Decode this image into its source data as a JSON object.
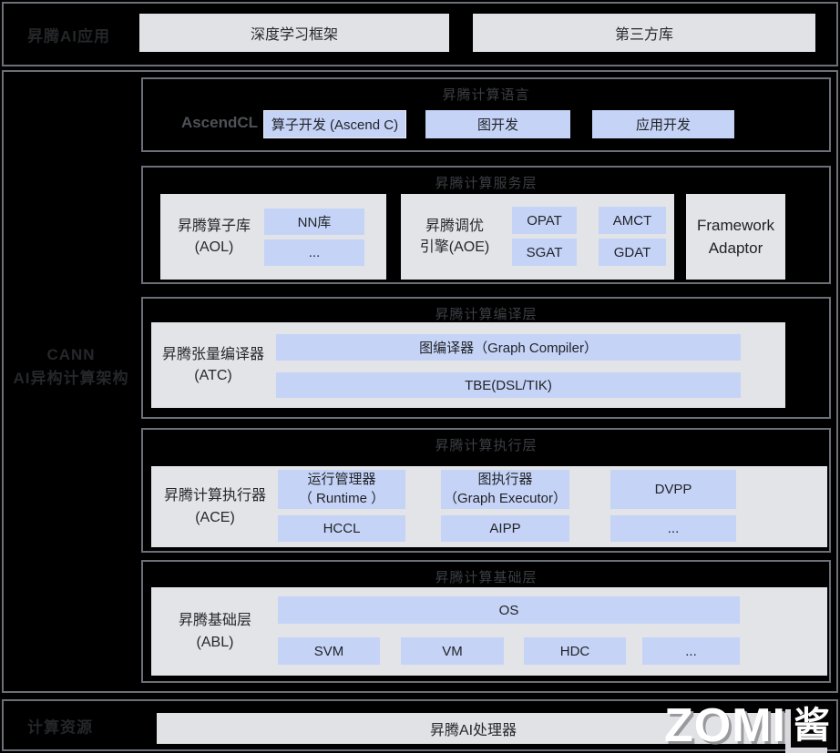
{
  "colors": {
    "background": "#000000",
    "section_border": "#6b6f77",
    "light_box": "#e3e4e8",
    "blue_box": "#c5d3f7",
    "dark_label": "#242628",
    "panel_title": "#3c3e44"
  },
  "top_bar": {
    "label": "昇腾AI应用",
    "boxes": [
      "深度学习框架",
      "第三方库"
    ]
  },
  "cann": {
    "label_line1": "CANN",
    "label_line2": "AI异构计算架构",
    "panels": [
      {
        "title": "昇腾计算语言",
        "side_label": "AscendCL",
        "boxes": [
          "算子开发 (Ascend C)",
          "图开发",
          "应用开发"
        ]
      },
      {
        "title": "昇腾计算服务层",
        "groups": [
          {
            "label_lines": [
              "昇腾算子库",
              "(AOL)"
            ],
            "items": [
              "NN库",
              "..."
            ]
          },
          {
            "label_lines": [
              "昇腾调优",
              "引擎(AOE)"
            ],
            "items": [
              "OPAT",
              "AMCT",
              "SGAT",
              "GDAT"
            ]
          },
          {
            "label_lines": [
              "Framework",
              "Adaptor"
            ]
          }
        ]
      },
      {
        "title": "昇腾计算编译层",
        "label_lines": [
          "昇腾张量编译器",
          "(ATC)"
        ],
        "bars": [
          "图编译器（Graph Compiler）",
          "TBE(DSL/TIK)"
        ]
      },
      {
        "title": "昇腾计算执行层",
        "label_lines": [
          "昇腾计算执行器",
          "(ACE)"
        ],
        "boxes_top": [
          [
            "运行管理器",
            "（ Runtime ）"
          ],
          [
            "图执行器",
            "（Graph Executor）"
          ],
          [
            "DVPP"
          ]
        ],
        "boxes_bottom": [
          "HCCL",
          "AIPP",
          "..."
        ]
      },
      {
        "title": "昇腾计算基础层",
        "label_lines": [
          "昇腾基础层",
          "(ABL)"
        ],
        "wide_box": "OS",
        "boxes": [
          "SVM",
          "VM",
          "HDC",
          "..."
        ]
      }
    ]
  },
  "bottom_bar": {
    "label": "计算资源",
    "box": "昇腾AI处理器"
  },
  "watermark": {
    "text": "ZOMI",
    "badge": "酱"
  }
}
